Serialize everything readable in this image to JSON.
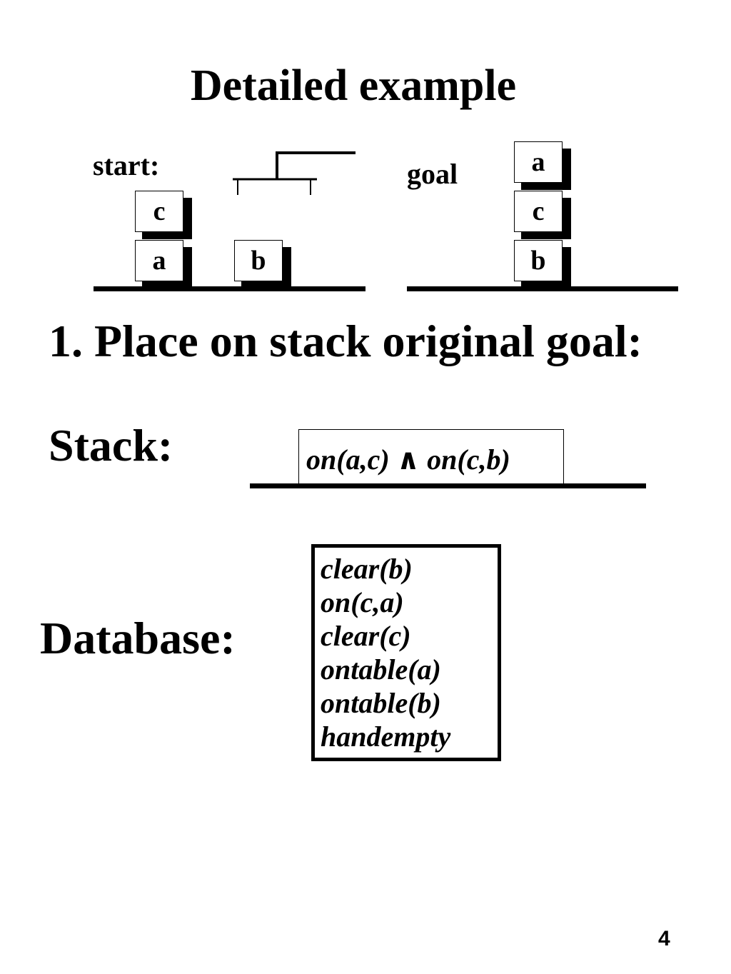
{
  "title": "Detailed example",
  "start": {
    "label": "start:",
    "blocks": {
      "top": "c",
      "bottom_left": "a",
      "bottom_right": "b"
    }
  },
  "goal": {
    "label": "goal",
    "blocks": {
      "top": "a",
      "middle": "c",
      "bottom": "b"
    }
  },
  "step": "1. Place on stack original goal:",
  "stack": {
    "label": "Stack:",
    "items": [
      "on(a,c) ∧ on(c,b)"
    ]
  },
  "database": {
    "label": "Database:",
    "items": [
      "clear(b)",
      "on(c,a)",
      "clear(c)",
      "ontable(a)",
      "ontable(b)",
      "handempty"
    ]
  },
  "page_number": "4"
}
